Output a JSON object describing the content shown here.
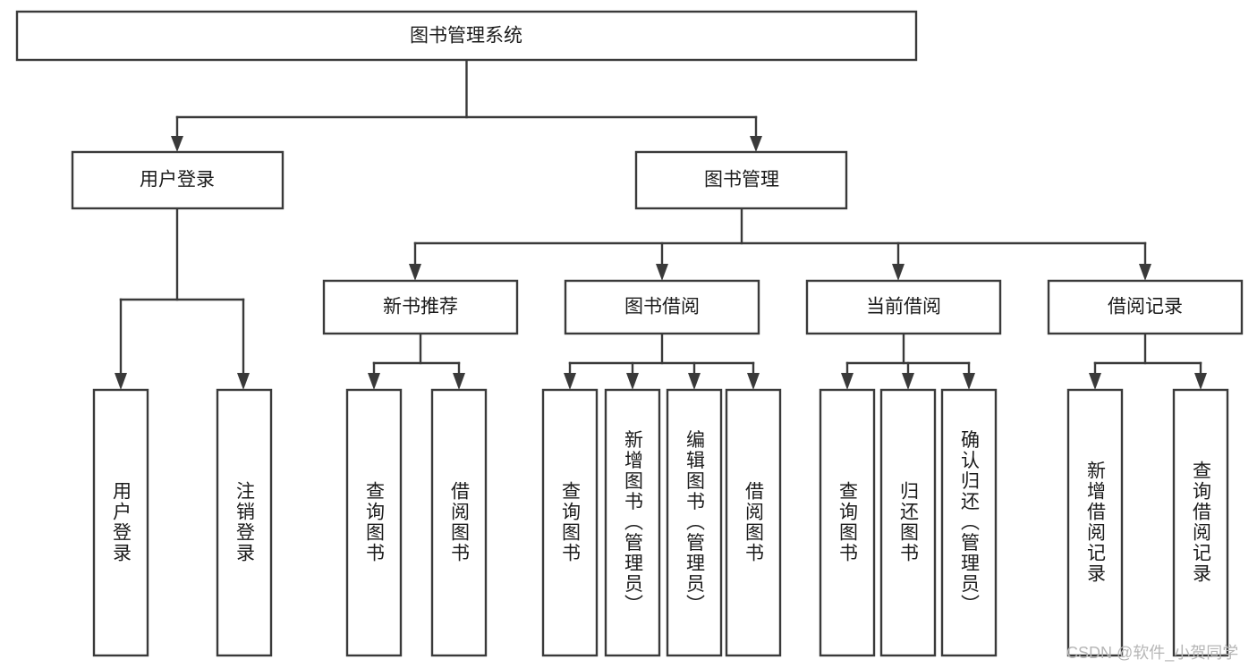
{
  "diagram": {
    "title": "图书管理系统",
    "type": "tree",
    "root": {
      "id": "root",
      "label": "图书管理系统"
    },
    "level1": [
      {
        "id": "user-login",
        "label": "用户登录"
      },
      {
        "id": "book-manage",
        "label": "图书管理"
      }
    ],
    "level2": [
      {
        "id": "new-book-recommend",
        "label": "新书推荐",
        "parent": "book-manage"
      },
      {
        "id": "book-borrow",
        "label": "图书借阅",
        "parent": "book-manage"
      },
      {
        "id": "current-borrow",
        "label": "当前借阅",
        "parent": "book-manage"
      },
      {
        "id": "borrow-record",
        "label": "借阅记录",
        "parent": "book-manage"
      }
    ],
    "leaves": [
      {
        "id": "leaf-user-login",
        "label": "用户登录",
        "parent": "user-login"
      },
      {
        "id": "leaf-logout",
        "label": "注销登录",
        "parent": "user-login"
      },
      {
        "id": "leaf-query-book-1",
        "label": "查询图书",
        "parent": "new-book-recommend"
      },
      {
        "id": "leaf-borrow-book-1",
        "label": "借阅图书",
        "parent": "new-book-recommend"
      },
      {
        "id": "leaf-query-book-2",
        "label": "查询图书",
        "parent": "book-borrow"
      },
      {
        "id": "leaf-add-book",
        "label": "新增图书（管理员）",
        "parent": "book-borrow"
      },
      {
        "id": "leaf-edit-book",
        "label": "编辑图书（管理员）",
        "parent": "book-borrow"
      },
      {
        "id": "leaf-borrow-book-2",
        "label": "借阅图书",
        "parent": "book-borrow"
      },
      {
        "id": "leaf-query-book-3",
        "label": "查询图书",
        "parent": "current-borrow"
      },
      {
        "id": "leaf-return-book",
        "label": "归还图书",
        "parent": "current-borrow"
      },
      {
        "id": "leaf-confirm-return",
        "label": "确认归还（管理员）",
        "parent": "current-borrow"
      },
      {
        "id": "leaf-add-record",
        "label": "新增借阅记录",
        "parent": "borrow-record"
      },
      {
        "id": "leaf-query-record",
        "label": "查询借阅记录",
        "parent": "borrow-record"
      }
    ]
  },
  "watermark": {
    "text": "CSDN @软件_小贺同学"
  },
  "colors": {
    "stroke": "#3a3a3a",
    "box_fill": "#ffffff",
    "text": "#1b1b1b",
    "watermark": "#b6b6b6",
    "background": "#ffffff"
  }
}
